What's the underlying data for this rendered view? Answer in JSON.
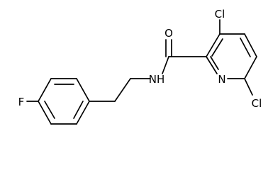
{
  "colors": {
    "background": "#ffffff",
    "ink": "#000000"
  },
  "atoms": {
    "cl_top": "Cl",
    "oxygen": "O",
    "amide_nh": "NH",
    "pyridine_n": "N",
    "cl_bottom": "Cl",
    "fluorine": "F"
  }
}
